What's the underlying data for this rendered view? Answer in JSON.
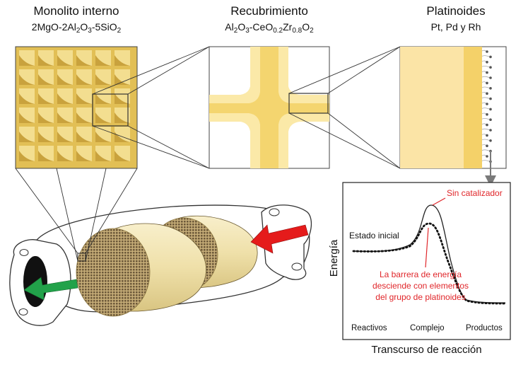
{
  "labels": {
    "monolith_title": "Monolito interno",
    "monolith_formula": [
      "2MgO-2Al",
      "2",
      "O",
      "3",
      "-5SiO",
      "2"
    ],
    "coating_title": "Recubrimiento",
    "coating_formula": [
      "Al",
      "2",
      "O",
      "3",
      "-CeO",
      "0.2",
      "Zr",
      "0.8",
      "O",
      "2"
    ],
    "pgm_title": "Platinoides",
    "pgm_subtitle": "Pt, Pd y Rh"
  },
  "energy_chart": {
    "ylabel": "Energía",
    "xlabel": "Transcurso de reacción",
    "initial_state_label": "Estado inicial",
    "uncatalyzed_label": "Sin catalizador",
    "barrier_note": [
      "La barrera de energía",
      "desciende con elementos",
      "del grupo de platinoides"
    ],
    "stages": [
      "Reactivos",
      "Complejo",
      "Productos"
    ],
    "colors": {
      "annotation": "#e0262a",
      "curve": "#111111"
    }
  },
  "colors": {
    "monolith_fill": "#e8c75e",
    "cell": "#f3de90",
    "coating_outer": "#fae7a3",
    "coating_inner": "#f6d674",
    "ceramic": "#f2e7c0",
    "inlet_arrow": "#e51b1b",
    "outlet_arrow": "#21a24a"
  }
}
